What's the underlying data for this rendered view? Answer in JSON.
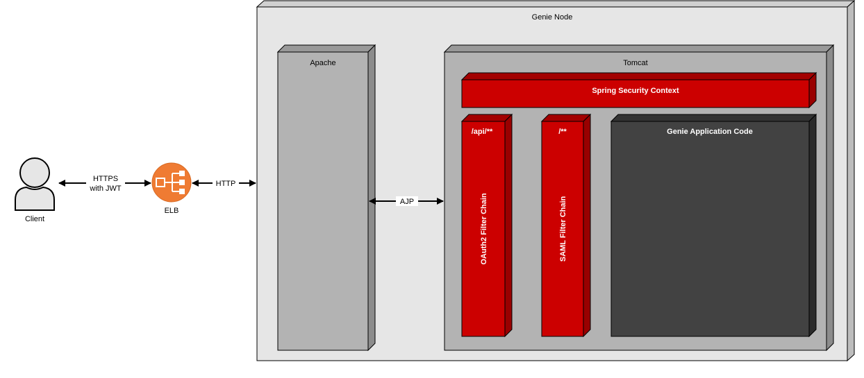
{
  "client": {
    "label": "Client"
  },
  "elb": {
    "label": "ELB"
  },
  "edges": {
    "client_elb": [
      "HTTPS",
      "with JWT"
    ],
    "elb_node": "HTTP",
    "apache_tomcat": "AJP"
  },
  "genie_node": {
    "label": "Genie Node"
  },
  "apache": {
    "label": "Apache"
  },
  "tomcat": {
    "label": "Tomcat"
  },
  "spring_security": {
    "label": "Spring Security Context"
  },
  "oauth2_chain": {
    "path": "/api/**",
    "label": "OAuth2 Filter Chain"
  },
  "saml_chain": {
    "path": "/**",
    "label": "SAML Filter Chain"
  },
  "app_code": {
    "label": "Genie Application Code"
  },
  "colors": {
    "node_fill": "#e6e6e6",
    "box_fill": "#b3b3b3",
    "red": "#cc0000",
    "dark": "#424242",
    "elb_orange": "#ef7b33"
  }
}
